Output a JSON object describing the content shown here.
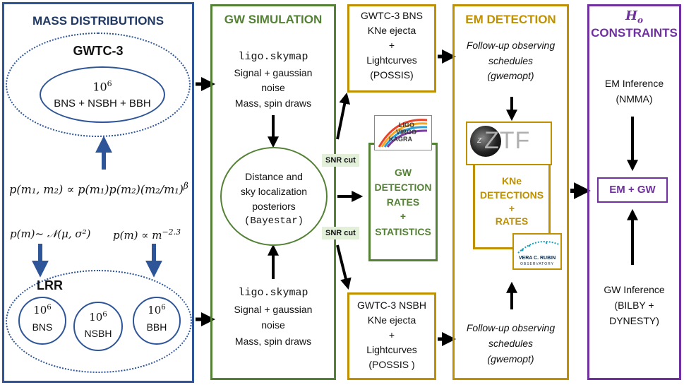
{
  "colors": {
    "mass": "#2e5597",
    "gw": "#548235",
    "em": "#bf9000",
    "h0": "#7030a0",
    "snr_bg": "#e2efd9",
    "arrow": "#000000"
  },
  "mass": {
    "title": "MASS DISTRIBUTIONS",
    "gwtc3_label": "GWTC-3",
    "gwtc3_count": "10",
    "gwtc3_exp": "6",
    "gwtc3_types": "BNS + NSBH + BBH",
    "pair_formula": "p(m₁, m₂) ∝ p(m₁)p(m₂)(m₂/m₁)",
    "pair_formula_exp": "β",
    "normal_formula": "p(m)~ 𝒩(μ, σ²)",
    "power_formula": "p(m) ∝ m",
    "power_exp": "−2.3",
    "lrr_label": "LRR",
    "lrr": [
      {
        "count": "10",
        "exp": "6",
        "type": "BNS"
      },
      {
        "count": "10",
        "exp": "6",
        "type": "NSBH"
      },
      {
        "count": "10",
        "exp": "6",
        "type": "BBH"
      }
    ]
  },
  "gw": {
    "title": "GW SIMULATION",
    "top": {
      "tool": "ligo.skymap",
      "line1": "Signal + gaussian",
      "line2": "noise",
      "line3": "Mass, spin draws"
    },
    "center": {
      "line1": "Distance and",
      "line2": "sky localization",
      "line3": "posteriors",
      "tool": "(Bayestar)"
    },
    "bottom": {
      "tool": "ligo.skymap",
      "line1": "Signal + gaussian",
      "line2": "noise",
      "line3": "Mass, spin draws"
    }
  },
  "snr": {
    "top": "SNR cut",
    "bottom": "SNR cut"
  },
  "bns": {
    "line1": "GWTC-3 BNS",
    "line2": "KNe ejecta",
    "line3": "+",
    "line4": "Lightcurves",
    "line5": "(POSSIS)"
  },
  "nsbh": {
    "line1": "GWTC-3 NSBH",
    "line2": "KNe ejecta",
    "line3": "+",
    "line4": "Lightcurves",
    "line5": "(POSSIS )"
  },
  "rates": {
    "logo_line1": "LIGO",
    "logo_line2": "VIRGO",
    "logo_line3": "KAGRA",
    "line1": "GW",
    "line2": "DETECTION",
    "line3": "RATES",
    "line4": "+",
    "line5": "STATISTICS"
  },
  "em": {
    "title": "EM DETECTION",
    "top": {
      "line1": "Follow-up observing",
      "line2": "schedules",
      "line3": "(gwemopt)"
    },
    "ztf_logo": "ZTF",
    "ztf_small": "z",
    "kne": {
      "line1": "KNe",
      "line2": "DETECTIONS",
      "line3": "+",
      "line4": "RATES"
    },
    "rubin_logo": "VERA C. RUBIN",
    "rubin_sub": "OBSERVATORY",
    "bottom": {
      "line1": "Follow-up observing",
      "line2": "schedules",
      "line3": "(gwemopt)"
    }
  },
  "h0": {
    "title_sym": "H",
    "title_sub": "o",
    "title2": "CONSTRAINTS",
    "em_inf1": "EM Inference",
    "em_inf2": "(NMMA)",
    "combo": "EM + GW",
    "gw_inf1": "GW Inference",
    "gw_inf2": "(BILBY +",
    "gw_inf3": "DYNESTY)"
  }
}
